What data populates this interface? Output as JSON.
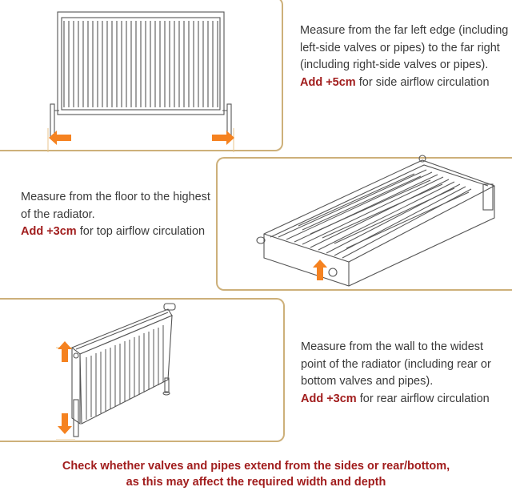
{
  "colors": {
    "panel_border": "#cdb07a",
    "text": "#3a3a3a",
    "emphasis_red": "#a11d1d",
    "arrow_orange": "#f58220"
  },
  "panels": [
    {
      "id": "width",
      "illustration": "radiator-front-view-with-width-arrows",
      "arrows": [
        "arrow-left-icon",
        "arrow-right-icon"
      ],
      "description": "Measure from the far left edge (including left-side valves or pipes) to the far right (including right-side valves or pipes).",
      "add_label": "Add +5cm",
      "add_rest": " for side airflow circulation"
    },
    {
      "id": "height",
      "illustration": "radiator-top-view-with-up-arrow",
      "arrows": [
        "arrow-up-icon"
      ],
      "description": "Measure from the floor to the highest of the radiator.",
      "add_label": "Add +3cm",
      "add_rest": " for top airflow circulation"
    },
    {
      "id": "depth",
      "illustration": "radiator-perspective-view-with-vertical-arrows",
      "arrows": [
        "arrow-up-icon",
        "arrow-down-icon"
      ],
      "description": "Measure from the wall to the widest point of the radiator (including rear or bottom valves and pipes).",
      "add_label": "Add +3cm",
      "add_rest": " for rear airflow circulation"
    }
  ],
  "footer": {
    "line1": "Check whether valves and pipes extend from the sides or rear/bottom,",
    "line2": "as this may affect the required width and depth"
  }
}
